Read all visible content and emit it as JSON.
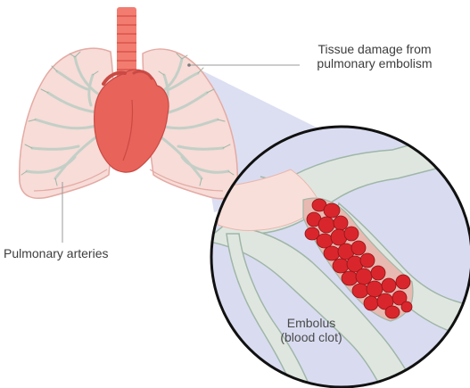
{
  "labels": {
    "tissue_damage_line1": "Tissue damage from",
    "tissue_damage_line2": "pulmonary embolism",
    "pulmonary_arteries": "Pulmonary arteries",
    "embolus_line1": "Embolus",
    "embolus_line2": "(blood clot)"
  },
  "colors": {
    "lung_fill": "#f7dcd8",
    "lung_outline": "#e4aaa3",
    "lung_highlight": "#fbeeec",
    "trachea": "#f27c70",
    "heart": "#e8635a",
    "heart_dark": "#c94a44",
    "vessel": "#dfe6e0",
    "vessel_outline": "#9fb6a7",
    "magnifier_bg": "#d9dcf0",
    "zoom_cone": "#d6d9ef",
    "clot": "#d9262c",
    "clot_outline": "#8e1418",
    "damaged_tissue": "#f9dfd9",
    "text": "#3d3d3d",
    "leader_line": "#9a9a9a"
  },
  "icons": {
    "lungs": "lungs-illustration",
    "heart": "heart-illustration",
    "magnifier": "magnified-vessel-circle",
    "clot": "blood-clot-illustration"
  }
}
